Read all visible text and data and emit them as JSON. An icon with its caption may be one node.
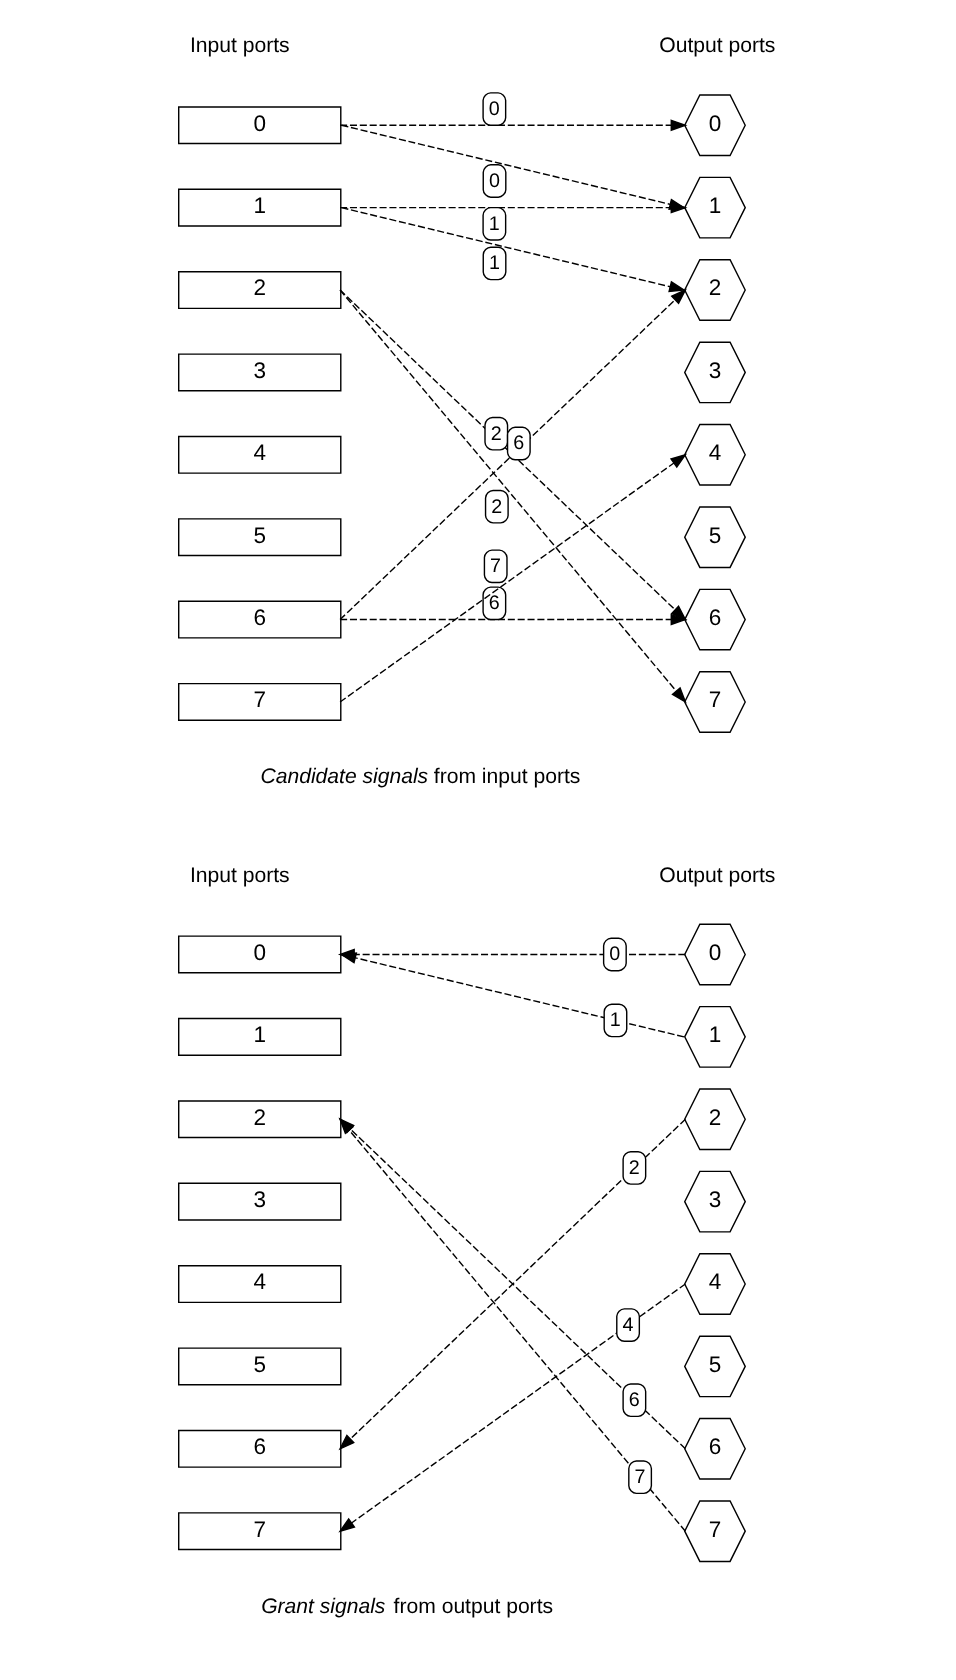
{
  "diagram": {
    "nodes": [
      {
        "text": [
          "0"
        ]
      },
      {
        "text": [
          "1"
        ]
      },
      {
        "text": [
          "2"
        ]
      },
      {
        "text": [
          "3"
        ]
      },
      {
        "text": [
          "4"
        ]
      },
      {
        "text": [
          "5"
        ]
      },
      {
        "text": [
          "6"
        ]
      },
      {
        "text": [
          "7"
        ]
      },
      {
        "text": [
          "0"
        ]
      },
      {
        "text": [
          "1"
        ]
      },
      {
        "text": [
          "2"
        ]
      },
      {
        "text": [
          "3"
        ]
      },
      {
        "text": [
          "4"
        ]
      },
      {
        "text": [
          "5"
        ]
      },
      {
        "text": [
          "6"
        ]
      },
      {
        "text": [
          "7"
        ]
      },
      {
        "text": [
          "0"
        ]
      },
      {
        "text": [
          "1"
        ]
      },
      {
        "text": [
          "2"
        ]
      },
      {
        "text": [
          "3"
        ]
      },
      {
        "text": [
          "4"
        ]
      },
      {
        "text": [
          "5"
        ]
      },
      {
        "text": [
          "6"
        ]
      },
      {
        "text": [
          "7"
        ]
      },
      {
        "text": [
          "0"
        ]
      },
      {
        "text": [
          "1"
        ]
      },
      {
        "text": [
          "2"
        ]
      },
      {
        "text": [
          "3"
        ]
      },
      {
        "text": [
          "4"
        ]
      },
      {
        "text": [
          "5"
        ]
      },
      {
        "text": [
          "6"
        ]
      },
      {
        "text": [
          "7"
        ]
      }
    ],
    "edges": [
      {
        "from": 0,
        "to": 8,
        "label": "0",
        "arrow": "to",
        "style": "dashed"
      },
      {
        "from": 0,
        "to": 9,
        "label": "0",
        "arrow": "to",
        "style": "dashed"
      },
      {
        "from": 1,
        "to": 9,
        "label": "1",
        "arrow": "to",
        "style": "dashed"
      },
      {
        "from": 1,
        "to": 10,
        "label": "1",
        "arrow": "to",
        "style": "dashed"
      },
      {
        "from": 2,
        "to": 14,
        "label": "2",
        "arrow": "to",
        "style": "dashed"
      },
      {
        "from": 2,
        "to": 15,
        "label": "2",
        "arrow": "to",
        "style": "dashed"
      },
      {
        "from": 6,
        "to": 10,
        "label": "6",
        "arrow": "to",
        "style": "dashed"
      },
      {
        "from": 6,
        "to": 14,
        "label": "6",
        "arrow": "to",
        "style": "dashed"
      },
      {
        "from": 7,
        "to": 12,
        "label": "7",
        "arrow": "to",
        "style": "dashed"
      },
      {
        "from": 24,
        "to": 16,
        "label": "0",
        "arrow": "to",
        "style": "dashed"
      },
      {
        "from": 25,
        "to": 16,
        "label": "1",
        "arrow": "to",
        "style": "dashed"
      },
      {
        "from": 26,
        "to": 22,
        "label": "2",
        "arrow": "to",
        "style": "dashed"
      },
      {
        "from": 28,
        "to": 23,
        "label": "4",
        "arrow": "to",
        "style": "dashed"
      },
      {
        "from": 30,
        "to": 18,
        "label": "6",
        "arrow": "to",
        "style": "dashed"
      },
      {
        "from": 31,
        "to": 18,
        "label": "7",
        "arrow": "to",
        "style": "dashed"
      }
    ],
    "labels": [
      "Input ports",
      "Output ports",
      "*Candidate signals* from input ports",
      "Input ports",
      "Output ports",
      "*Grant signals* from output ports"
    ]
  }
}
